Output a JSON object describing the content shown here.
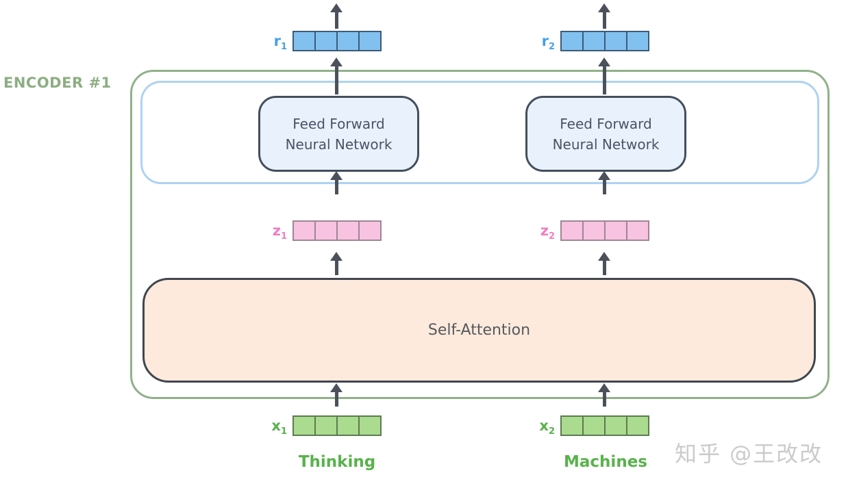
{
  "diagram": {
    "encoder_label": "ENCODER #1",
    "ffn_left": {
      "line1": "Feed Forward",
      "line2": "Neural Network"
    },
    "ffn_right": {
      "line1": "Feed Forward",
      "line2": "Neural Network"
    },
    "attention_label": "Self-Attention",
    "words": {
      "left": "Thinking",
      "right": "Machines"
    },
    "watermark": "知乎 @王改改"
  },
  "vectors": {
    "cell_count": 4,
    "r1": {
      "base": "r",
      "sub": "1"
    },
    "r2": {
      "base": "r",
      "sub": "2"
    },
    "z1": {
      "base": "z",
      "sub": "1"
    },
    "z2": {
      "base": "z",
      "sub": "2"
    },
    "x1": {
      "base": "x",
      "sub": "1"
    },
    "x2": {
      "base": "x",
      "sub": "2"
    }
  },
  "colors": {
    "arrow": "#4a515a",
    "encoder_border": "#90b089",
    "encoder_label": "#8cae82",
    "ffn_container_border": "#aed2f2",
    "ffn_fill": "#e9f1fc",
    "ffn_border": "#454e5e",
    "ffn_text": "#4a5365",
    "attention_fill": "#fdeadc",
    "attention_border": "#3f464e",
    "attention_text": "#56595e",
    "r_fill": "#82c1ef",
    "r_border": "#3c5a78",
    "r_label": "#45a1e8",
    "z_fill": "#f8c3e0",
    "z_border": "#9b8793",
    "z_label": "#f07ec2",
    "x_fill": "#abdb8e",
    "x_border": "#5c7a52",
    "x_label": "#58b24b",
    "word_color": "#58b24b",
    "watermark_color": "#cbcbcb"
  }
}
